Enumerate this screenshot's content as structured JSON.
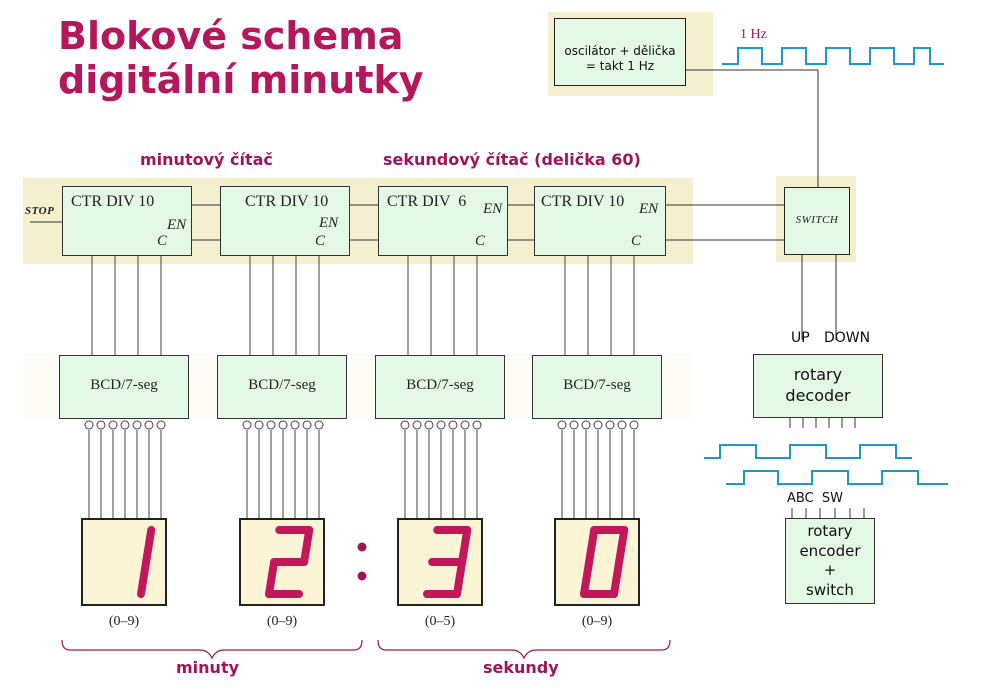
{
  "title": {
    "line1": "Blokové schema",
    "line2": "digitální minutky"
  },
  "labels": {
    "minute_counter": "minutový čítač",
    "second_counter": "sekundový čítač (delička 60)",
    "minutes": "minuty",
    "seconds": "sekundy",
    "stop": "STOP",
    "one_hz": "1 Hz"
  },
  "oscillator": {
    "line1": "oscilátor + dělička",
    "line2": "= takt 1 Hz"
  },
  "counters": [
    {
      "name": "CTR DIV 10",
      "en": "EN",
      "c": "C"
    },
    {
      "name": "CTR DIV 10",
      "en": "EN",
      "c": "C"
    },
    {
      "name": "CTR DIV  6",
      "en": "EN",
      "c": "C"
    },
    {
      "name": "CTR DIV 10",
      "en": "EN",
      "c": "C"
    }
  ],
  "decoders": [
    {
      "label": "BCD/7-seg"
    },
    {
      "label": "BCD/7-seg"
    },
    {
      "label": "BCD/7-seg"
    },
    {
      "label": "BCD/7-seg"
    }
  ],
  "digits": [
    {
      "value": "1",
      "range": "(0–9)"
    },
    {
      "value": "2",
      "range": "(0–9)"
    },
    {
      "value": "3",
      "range": "(0–5)"
    },
    {
      "value": "0",
      "range": "(0–9)"
    }
  ],
  "switch": {
    "label": "SWITCH"
  },
  "rotary_decoder": {
    "line1": "rotary",
    "line2": "decoder",
    "up": "UP",
    "down": "DOWN"
  },
  "rotary_encoder": {
    "line1": "rotary",
    "line2": "encoder",
    "line3": "+",
    "line4": "switch",
    "pins": "ABC  SW"
  },
  "colors": {
    "title": "#b5175c",
    "band": "#f3efcf",
    "box": "#e4f8e6",
    "segment": "#c2185b",
    "wave": "#2196c8"
  }
}
